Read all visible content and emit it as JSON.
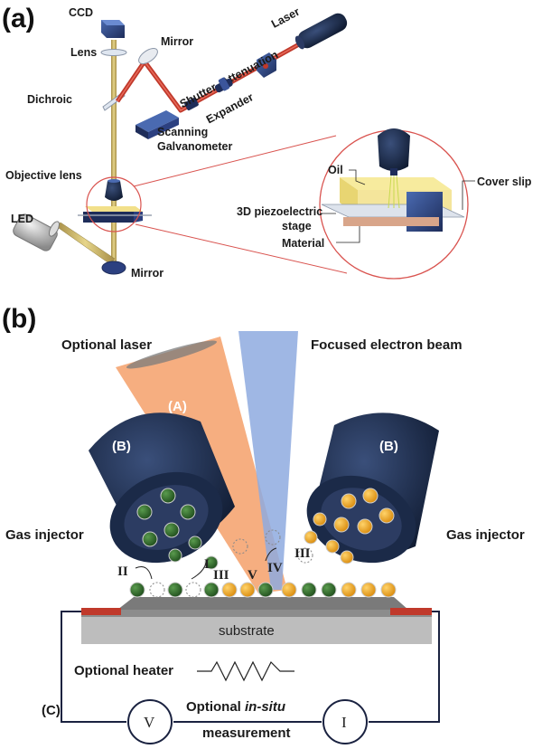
{
  "panel_a": {
    "label": "(a)",
    "ccd": "CCD",
    "lens": "Lens",
    "mirror_top": "Mirror",
    "laser": "Laser",
    "attenuation": "Attenuation",
    "dichroic": "Dichroic",
    "shutter": "Shutter",
    "expander": "Expander",
    "scanning_galvanometer": "Scanning\nGalvanometer",
    "objective_lens": "Objective lens",
    "led": "LED",
    "mirror_bottom": "Mirror",
    "inset": {
      "oil": "Oil",
      "cover_slip": "Cover slip",
      "piezo_line1": "3D piezoelectric",
      "piezo_line2": "stage",
      "material": "Material"
    }
  },
  "panel_b": {
    "label": "(b)",
    "optional_laser": "Optional laser",
    "focused_electron_beam": "Focused electron beam",
    "laser_marker": "(A)",
    "injector_marker": "(B)",
    "gas_injector": "Gas injector",
    "roman": {
      "i": "I",
      "ii": "II",
      "iii": "III",
      "iv": "IV",
      "v": "V"
    },
    "substrate": "substrate",
    "optional_heater": "Optional heater",
    "circuit_marker": "(C)",
    "voltmeter": "V",
    "ammeter": "I",
    "measurement_prefix": "Optional ",
    "measurement_italic": "in-situ",
    "measurement_line2": "measurement"
  },
  "colors": {
    "injector_dark": "#1b2a48",
    "green_precursor": "#2f6b2a",
    "orange_precursor": "#f2a81d",
    "laser_cone": "#f4a06a",
    "electron_beam": "#8eaadf",
    "laser_beam": "#c0392b",
    "substrate_gray": "#bdbdbd",
    "contact_red": "#c0392b"
  }
}
